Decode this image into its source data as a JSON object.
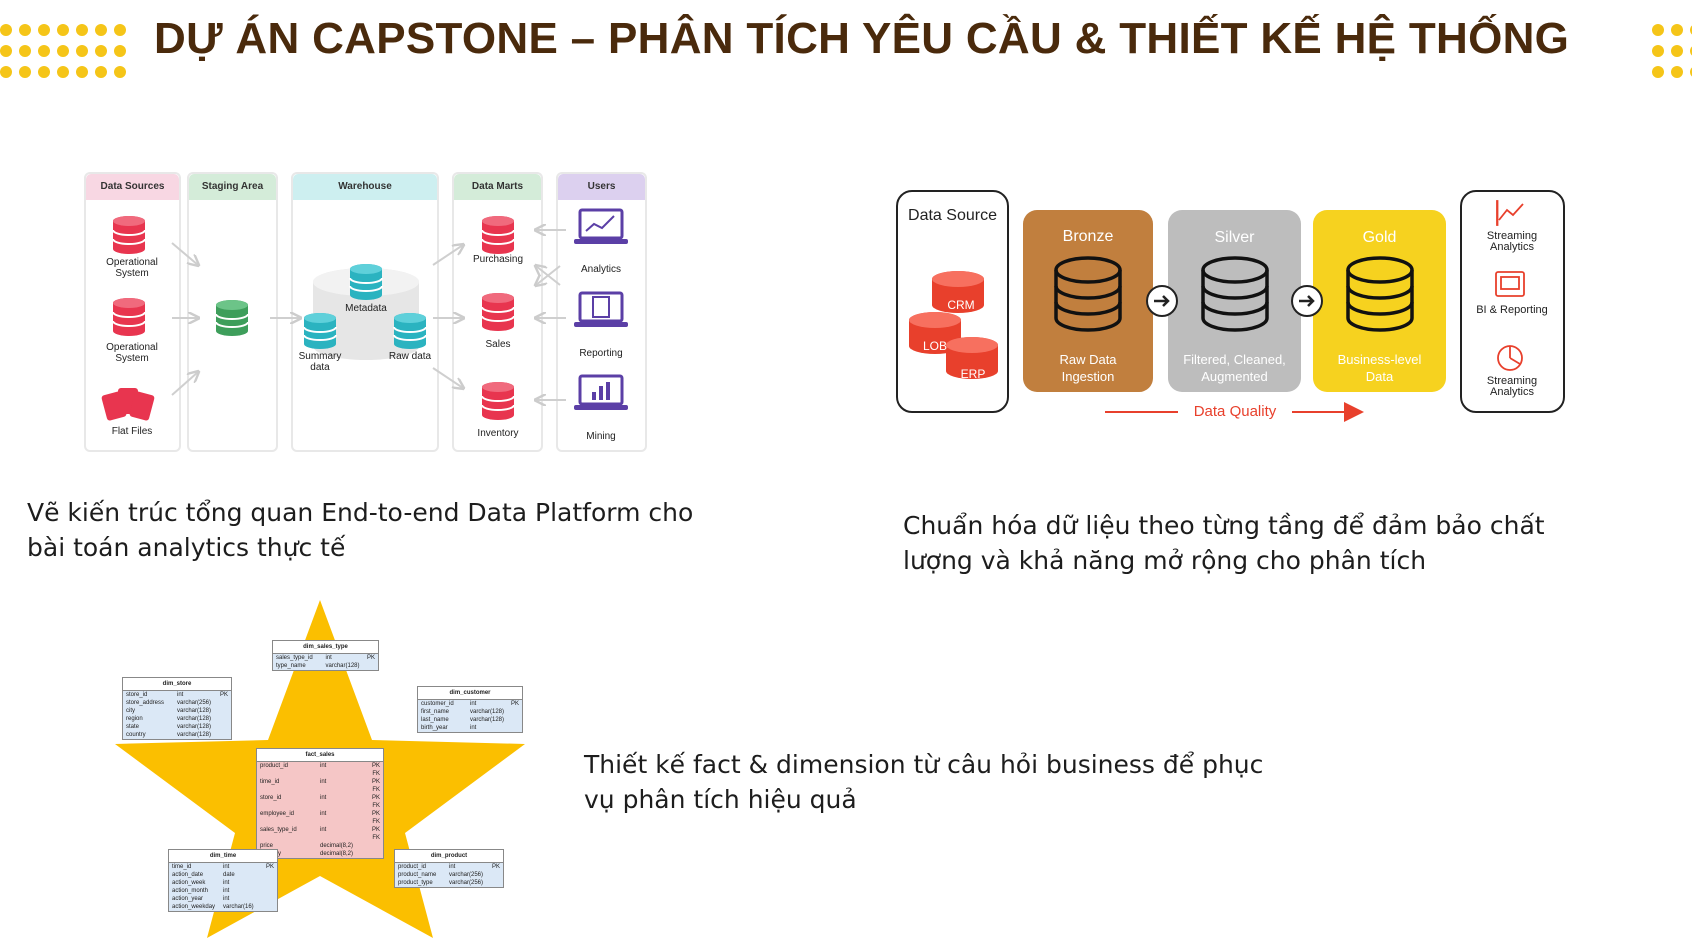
{
  "header": {
    "title": "DỰ ÁN CAPSTONE – PHÂN TÍCH YÊU CẦU & THIẾT KẾ HỆ THỐNG"
  },
  "colors": {
    "accent": "#f5c518",
    "title": "#4a2a0c"
  },
  "architecture": {
    "columns": [
      {
        "label": "Data Sources",
        "color": "#f8d7e3"
      },
      {
        "label": "Staging Area",
        "color": "#d4ecd9"
      },
      {
        "label": "Warehouse",
        "color": "#cdeff0"
      },
      {
        "label": "Data Marts",
        "color": "#d4ecd9"
      },
      {
        "label": "Users",
        "color": "#dcd0ef"
      }
    ],
    "sources": [
      "Operational System",
      "Operational System",
      "Flat Files"
    ],
    "warehouse": [
      "Metadata",
      "Summary data",
      "Raw data"
    ],
    "marts": [
      "Purchasing",
      "Sales",
      "Inventory"
    ],
    "users": [
      "Analytics",
      "Reporting",
      "Mining"
    ]
  },
  "medallion": {
    "source_title": "Data Source",
    "source_items": [
      "CRM",
      "LOB",
      "ERP"
    ],
    "layers": [
      {
        "name": "Bronze",
        "desc": "Raw Data Ingestion",
        "color": "#c17f3e"
      },
      {
        "name": "Silver",
        "desc": "Filtered, Cleaned, Augmented",
        "color": "#bdbdbd"
      },
      {
        "name": "Gold",
        "desc": "Business-level Data",
        "color": "#f6d21f"
      }
    ],
    "consumers": [
      "Streaming Analytics",
      "BI & Reporting",
      "Streaming Analytics"
    ],
    "quality_label": "Data Quality"
  },
  "schema": {
    "dim_sales_type": {
      "title": "dim_sales_type",
      "rows": [
        [
          "sales_type_id",
          "int",
          "PK"
        ],
        [
          "type_name",
          "varchar(128)",
          ""
        ]
      ]
    },
    "dim_store": {
      "title": "dim_store",
      "rows": [
        [
          "store_id",
          "int",
          "PK"
        ],
        [
          "store_address",
          "varchar(256)",
          ""
        ],
        [
          "city",
          "varchar(128)",
          ""
        ],
        [
          "region",
          "varchar(128)",
          ""
        ],
        [
          "state",
          "varchar(128)",
          ""
        ],
        [
          "country",
          "varchar(128)",
          ""
        ]
      ]
    },
    "dim_customer": {
      "title": "dim_customer",
      "rows": [
        [
          "customer_id",
          "int",
          "PK"
        ],
        [
          "first_name",
          "varchar(128)",
          ""
        ],
        [
          "last_name",
          "varchar(128)",
          ""
        ],
        [
          "birth_year",
          "int",
          ""
        ]
      ]
    },
    "fact_sales": {
      "title": "fact_sales",
      "rows": [
        [
          "product_id",
          "int",
          "PK FK"
        ],
        [
          "time_id",
          "int",
          "PK FK"
        ],
        [
          "store_id",
          "int",
          "PK FK"
        ],
        [
          "employee_id",
          "int",
          "PK FK"
        ],
        [
          "sales_type_id",
          "int",
          "PK FK"
        ],
        [
          "price",
          "decimal(8,2)",
          ""
        ],
        [
          "quantity",
          "decimal(8,2)",
          ""
        ]
      ]
    },
    "dim_time": {
      "title": "dim_time",
      "rows": [
        [
          "time_id",
          "int",
          "PK"
        ],
        [
          "action_date",
          "date",
          ""
        ],
        [
          "action_week",
          "int",
          ""
        ],
        [
          "action_month",
          "int",
          ""
        ],
        [
          "action_year",
          "int",
          ""
        ],
        [
          "action_weekday",
          "varchar(16)",
          ""
        ]
      ]
    },
    "dim_product": {
      "title": "dim_product",
      "rows": [
        [
          "product_id",
          "int",
          "PK"
        ],
        [
          "product_name",
          "varchar(256)",
          ""
        ],
        [
          "product_type",
          "varchar(256)",
          ""
        ]
      ]
    }
  },
  "captions": {
    "architecture": "Vẽ kiến trúc tổng quan End-to-end Data Platform cho bài toán analytics thực tế",
    "medallion": "Chuẩn hóa dữ liệu theo từng tầng để đảm bảo chất lượng và khả năng mở rộng cho phân tích",
    "schema": "Thiết kế fact & dimension từ câu hỏi business để phục vụ phân tích hiệu quả"
  }
}
